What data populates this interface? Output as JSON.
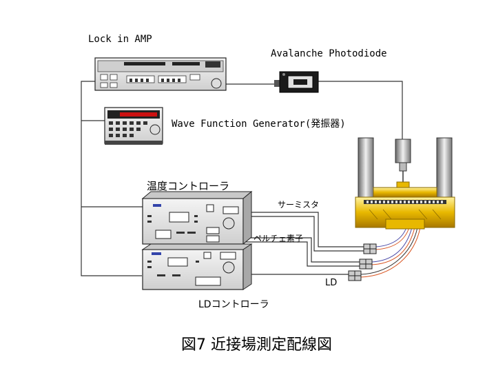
{
  "labels": {
    "lock_in_amp": "Lock in AMP",
    "avalanche_photodiode": "Avalanche Photodiode",
    "wave_function_generator": "Wave Function Generator(発振器)",
    "temperature_controller": "温度コントローラ",
    "thermistor": "サーミスタ",
    "peltier_element": "ペルチェ素子",
    "ld": "LD",
    "ld_controller": "LDコントローラ",
    "caption": "図7 近接場測定配線図"
  },
  "colors": {
    "wire": "#333333",
    "gold": "#e8b800",
    "gold_dark": "#b88a00",
    "device_face": "#e4e4e4",
    "display_red": "#cc1111",
    "wire_red": "#d9531e",
    "wire_blue": "#4a4aa8"
  }
}
